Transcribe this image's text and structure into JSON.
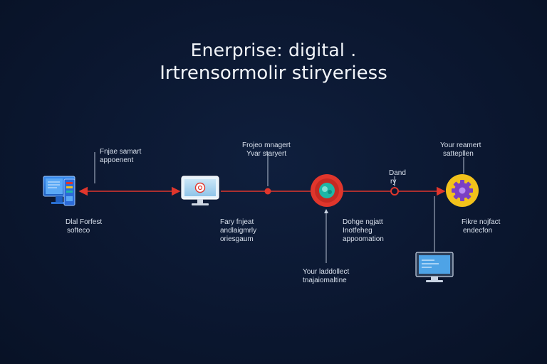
{
  "title": {
    "line1": "Enerprise: digital .",
    "line2": "Irtrensormolir stiryeriess"
  },
  "labels": {
    "l1_a": "Fnjae samart",
    "l1_b": "appoenent",
    "l2_a": "Frojeo mnagert",
    "l2_b": "Yvar staryert",
    "l3_a": "Your reamert",
    "l3_b": "sattepllen",
    "l4_a": "Dand",
    "l4_b": "ry",
    "l5_a": "Dlal Forfest",
    "l5_b": "softeco",
    "l6_a": "Fary fnjeat",
    "l6_b": "andlaigmrly",
    "l6_c": "oriesgaum",
    "l7_a": "Dohge ngjatt",
    "l7_b": "Inotfeheg",
    "l7_c": "appoomation",
    "l8_a": "Fikre nojfact",
    "l8_b": "endecfon",
    "l9_a": "Your laddollect",
    "l9_b": "tnajaiomaltine"
  },
  "colors": {
    "background": "#0b1730",
    "timeline": "#e0362c",
    "connector": "#c9d3e3",
    "hub_red": "#e0362c",
    "hub_teal": "#1fb7a6",
    "gear_yellow": "#f2c21b",
    "gear_purple": "#7b3fc4",
    "screen_blue": "#2a72d8"
  },
  "icons": {
    "node1": "desktop-computer-icon",
    "node2": "monitor-shield-icon",
    "node3": "red-hub-icon",
    "node4": "gear-settings-icon",
    "node5": "desktop-monitor-icon"
  }
}
